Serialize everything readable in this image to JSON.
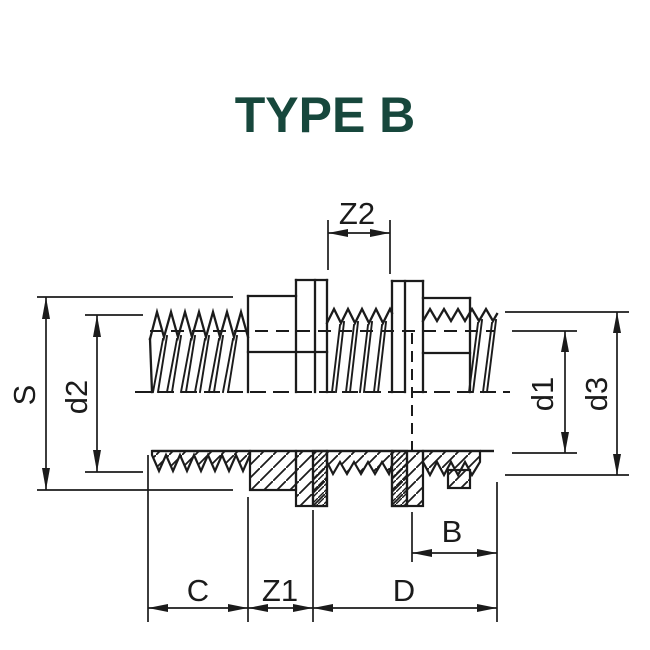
{
  "title": {
    "text": "TYPE B"
  },
  "colors": {
    "title": "#17473C",
    "ink": "#1b1b1b",
    "background": "#ffffff"
  },
  "drawing": {
    "kind": "technical-dimension-drawing",
    "dims": {
      "s": "S",
      "d2": "d2",
      "z2": "Z2",
      "d1": "d1",
      "d3": "d3",
      "b": "B",
      "c": "C",
      "z1": "Z1",
      "d": "D"
    }
  }
}
